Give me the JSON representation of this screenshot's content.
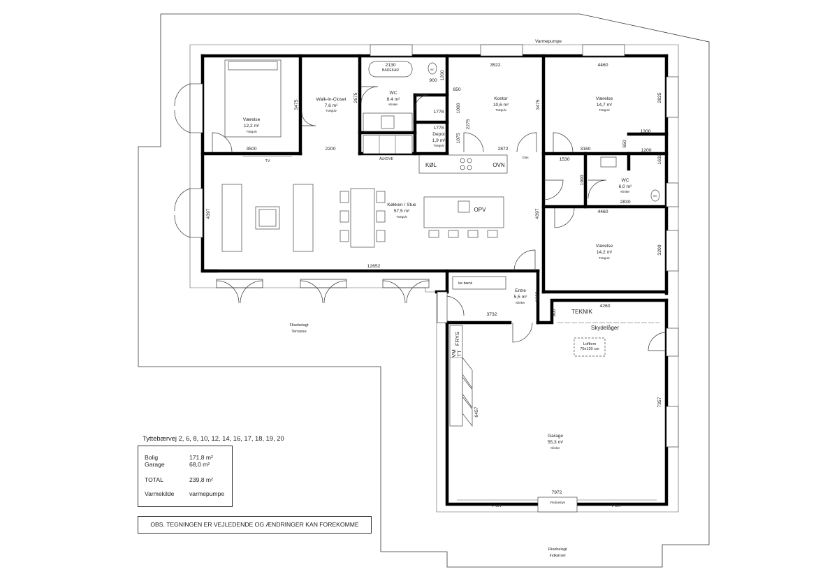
{
  "address": "Tyttebærvej 2, 6, 8, 10, 12, 14, 16, 17, 18, 19, 20",
  "summary": [
    {
      "label": "Bolig",
      "value": "171,8  m²"
    },
    {
      "label": "Garage",
      "value": "68,0  m²"
    },
    {
      "label": "TOTAL",
      "value": "239,8  m²"
    },
    {
      "label": "Varmekilde",
      "value": "varmepumpe"
    }
  ],
  "note": "OBS. TEGNINGEN ER VEJLEDENDE OG ÆNDRINGER KAN FOREKOMME",
  "rooms": {
    "bedroom1": {
      "name": "Værelse",
      "area": "12,2 m²",
      "floor": "Trægulv"
    },
    "walkin": {
      "name": "Walk-In-Closet",
      "area": "7,6 m²",
      "floor": "Trægulv"
    },
    "wc1": {
      "name": "WC",
      "area": "8,4 m²",
      "floor": "Klinker"
    },
    "depot": {
      "name": "Depot",
      "area": "1,9 m²",
      "floor": "Trægulv"
    },
    "kontor": {
      "name": "Kontor",
      "area": "10,6 m²",
      "floor": "Trægulv"
    },
    "bedroom2": {
      "name": "Værelse",
      "area": "14,7 m²",
      "floor": "Trægulv"
    },
    "wc2": {
      "name": "WC",
      "area": "6,0 m²",
      "floor": "Klinker"
    },
    "kitchen": {
      "name": "Køkken / Stue",
      "area": "57,5 m²",
      "floor": "Trægulv"
    },
    "bedroom3": {
      "name": "Værelse",
      "area": "14,2 m²",
      "floor": "Trægulv"
    },
    "entre": {
      "name": "Entre",
      "area": "5,5 m²",
      "floor": "Klinker"
    },
    "garage": {
      "name": "Garage",
      "area": "55,3 m²",
      "floor": "Klinker"
    }
  },
  "labels": {
    "varmepumpe": "Varmepumpe",
    "badekar": "BADEKAR",
    "wc_symbol": "WC",
    "alkove": "ALKOVE",
    "kol": "KØL",
    "ovn": "OVN",
    "opv": "OPV",
    "glas": "Glas",
    "tv": "TV",
    "lav_baenk": "lav bænk",
    "teknik": "TEKNIK",
    "skydelager": "Skydelåger",
    "loftlem": "Loftlem",
    "loftlem_size": "70x120 cm",
    "frys": "FRYS",
    "vm": "VM",
    "tt": "TT",
    "port": "Port",
    "vindueslys": "Vindueslys",
    "terrasse_1": "Flisebelagt",
    "terrasse_2": "Terrasse",
    "indkorsel_1": "Flisebelagt",
    "indkorsel_2": "Indkørsel"
  },
  "dims": {
    "d2130": "2130",
    "d3522": "3522",
    "d4460": "4460",
    "d900": "900",
    "d1200": "1200",
    "d650": "650",
    "d1000": "1000",
    "d2675": "2675",
    "d3475": "3475",
    "d1778": "1778",
    "d2275": "2275",
    "d1075": "1075",
    "d3500": "3500",
    "d2200": "2200",
    "d2872": "2872",
    "d3160": "3160",
    "d2825": "2825",
    "d1300": "1300",
    "d1632": "1632",
    "d1530": "1530",
    "d1900": "1900",
    "d2830": "2830",
    "d4397": "4397",
    "d12652": "12652",
    "d3200": "3200",
    "d1603": "1603",
    "d3732": "3732",
    "d4260": "4260",
    "d6457": "6457",
    "d7357": "7357",
    "d7972": "7972"
  }
}
